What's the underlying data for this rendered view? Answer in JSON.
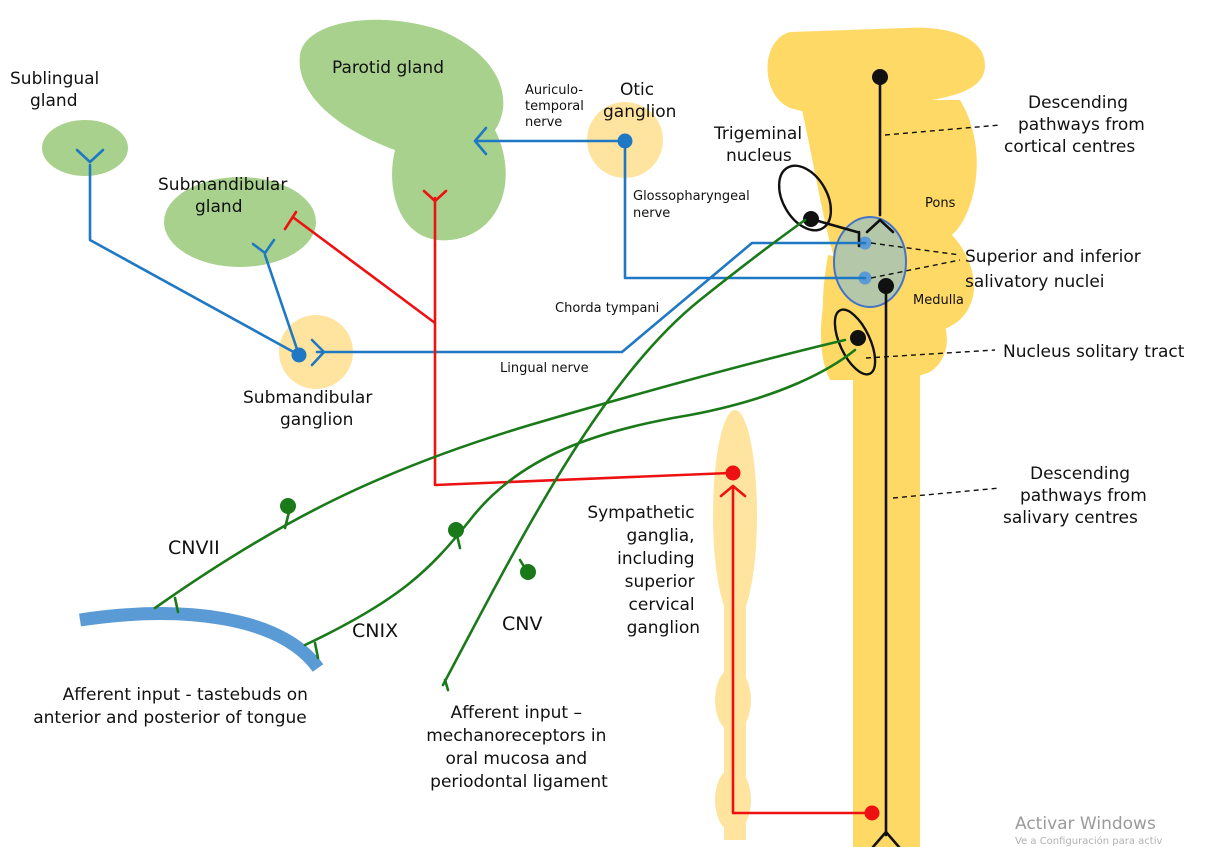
{
  "colors": {
    "gland": "#a9d18e",
    "ganglion": "#ffe4a0",
    "brainstem": "#ffd966",
    "salivary_nuclei_fill": "#b4c7a9",
    "salivary_nuclei_stroke": "#4472c4",
    "parasympathetic": "#1f78c4",
    "sympathetic": "#ee1111",
    "afferent": "#1a7a1a",
    "central": "#111111",
    "tongue": "#5b9bd5",
    "nucleus_dot": "#5b9bd5"
  },
  "labels": {
    "sublingual_gland": [
      "Sublingual",
      "gland"
    ],
    "parotid_gland": "Parotid gland",
    "submandibular_gland": [
      "Submandibular",
      "gland"
    ],
    "submandibular_ganglion": [
      "Submandibular",
      "ganglion"
    ],
    "otic_ganglion": [
      "Otic",
      "ganglion"
    ],
    "auriculotemporal_nerve": [
      "Auriculo-",
      "temporal",
      "nerve"
    ],
    "glossopharyngeal_nerve": [
      "Glossopharyngeal",
      "nerve"
    ],
    "chorda_tympani": "Chorda tympani",
    "lingual_nerve": "Lingual nerve",
    "trigeminal_nucleus": [
      "Trigeminal",
      "nucleus"
    ],
    "pons": "Pons",
    "medulla": "Medulla",
    "descending_cortical": [
      "Descending",
      "pathways from",
      "cortical centres"
    ],
    "salivary_nuclei": [
      "Superior and inferior",
      "salivatory nuclei"
    ],
    "nucleus_solitary_tract": "Nucleus solitary tract",
    "descending_salivary": [
      "Descending",
      "pathways from",
      "salivary centres"
    ],
    "sympathetic_ganglia": [
      "Sympathetic",
      "ganglia,",
      "including",
      "superior",
      "cervical",
      "ganglion"
    ],
    "cnvii": "CNVII",
    "cnix": "CNIX",
    "cnv": "CNV",
    "afferent_tastebuds": [
      "Afferent input - tastebuds on",
      "anterior and posterior of tongue"
    ],
    "afferent_mechano": [
      "Afferent input –",
      "mechanoreceptors in",
      "oral mucosa and",
      "periodontal ligament"
    ]
  },
  "watermark": {
    "line1": "Activar Windows",
    "line2": "Ve a Configuración para activ"
  }
}
